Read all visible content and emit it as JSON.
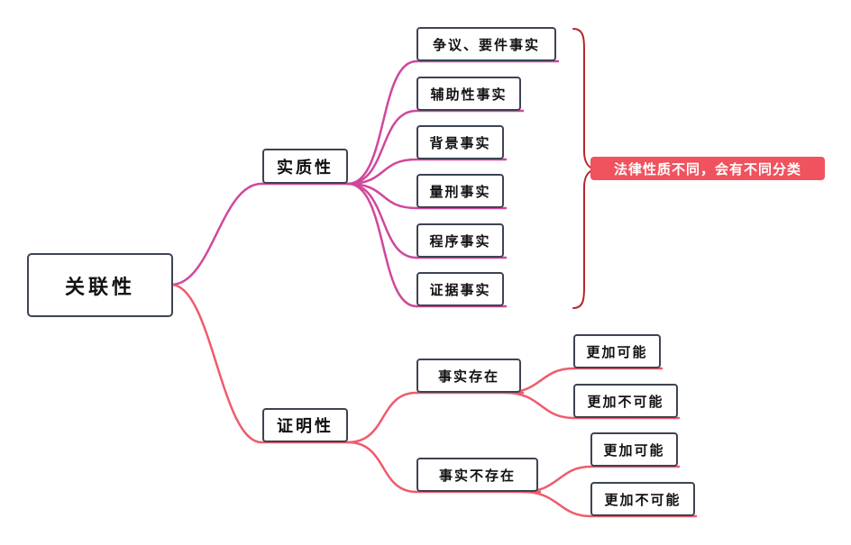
{
  "root": {
    "label": "关联性"
  },
  "branches": [
    {
      "label": "实质性",
      "children": [
        "争议、要件事实",
        "辅助性事实",
        "背景事实",
        "量刑事实",
        "程序事实",
        "证据事实"
      ]
    },
    {
      "label": "证明性",
      "children": [
        {
          "label": "事实存在",
          "children": [
            "更加可能",
            "更加不可能"
          ]
        },
        {
          "label": "事实不存在",
          "children": [
            "更加可能",
            "更加不可能"
          ]
        }
      ]
    }
  ],
  "summary": {
    "label": "法律性质不同，会有不同分类"
  },
  "colors": {
    "branch_substantive": "#d0479b",
    "branch_probative": "#ef5b6c",
    "brace": "#b3262c",
    "tag_bg": "#f0525e",
    "node_border": "#3d4452"
  }
}
